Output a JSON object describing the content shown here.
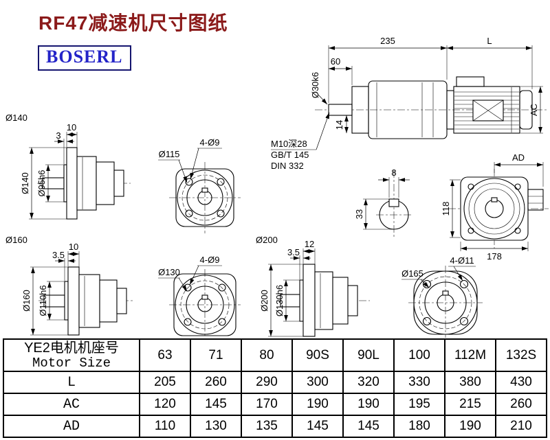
{
  "title": "RF47减速机尺寸图纸",
  "logo": "BOSERL",
  "main_view": {
    "dim_235": "235",
    "dim_L": "L",
    "dim_60": "60",
    "dim_shaft_dia": "Ø30k6",
    "dim_AC": "AC",
    "dim_14": "14",
    "note_tap": "M10深28",
    "note_gb": "GB/T 145",
    "note_din": "DIN 332"
  },
  "shaft_section": {
    "dim_key_width": "8",
    "dim_height": "33"
  },
  "rear_view": {
    "dim_AD": "AD",
    "dim_118": "118",
    "dim_178": "178"
  },
  "flange_140": {
    "callout": "Ø140",
    "dim_thickness": "10",
    "dim_spigot_depth": "3",
    "dim_od": "Ø140",
    "dim_spigot": "Ø95h6",
    "front": {
      "dim_holes": "4-Ø9",
      "dim_bolt_circle": "Ø115"
    }
  },
  "flange_160": {
    "callout": "Ø160",
    "dim_thickness": "10",
    "dim_spigot_depth": "3.5",
    "dim_od": "Ø160",
    "dim_spigot": "Ø110h6",
    "front": {
      "dim_holes": "4-Ø9",
      "dim_bolt_circle": "Ø130"
    }
  },
  "flange_200": {
    "callout": "Ø200",
    "dim_thickness": "12",
    "dim_spigot_depth": "3.5",
    "dim_od": "Ø200",
    "dim_spigot": "Ø130h6",
    "front": {
      "dim_holes": "4-Ø11",
      "dim_bolt_circle": "Ø165"
    }
  },
  "table": {
    "header_cn": "YE2电机机座号",
    "header_en": "Motor Size",
    "sizes": [
      "63",
      "71",
      "80",
      "90S",
      "90L",
      "100",
      "112M",
      "132S"
    ],
    "rows": [
      {
        "label": "L",
        "values": [
          "205",
          "260",
          "290",
          "300",
          "320",
          "330",
          "380",
          "430"
        ]
      },
      {
        "label": "AC",
        "values": [
          "120",
          "145",
          "170",
          "190",
          "190",
          "195",
          "215",
          "260"
        ]
      },
      {
        "label": "AD",
        "values": [
          "110",
          "130",
          "135",
          "145",
          "145",
          "180",
          "190",
          "210"
        ]
      }
    ]
  }
}
